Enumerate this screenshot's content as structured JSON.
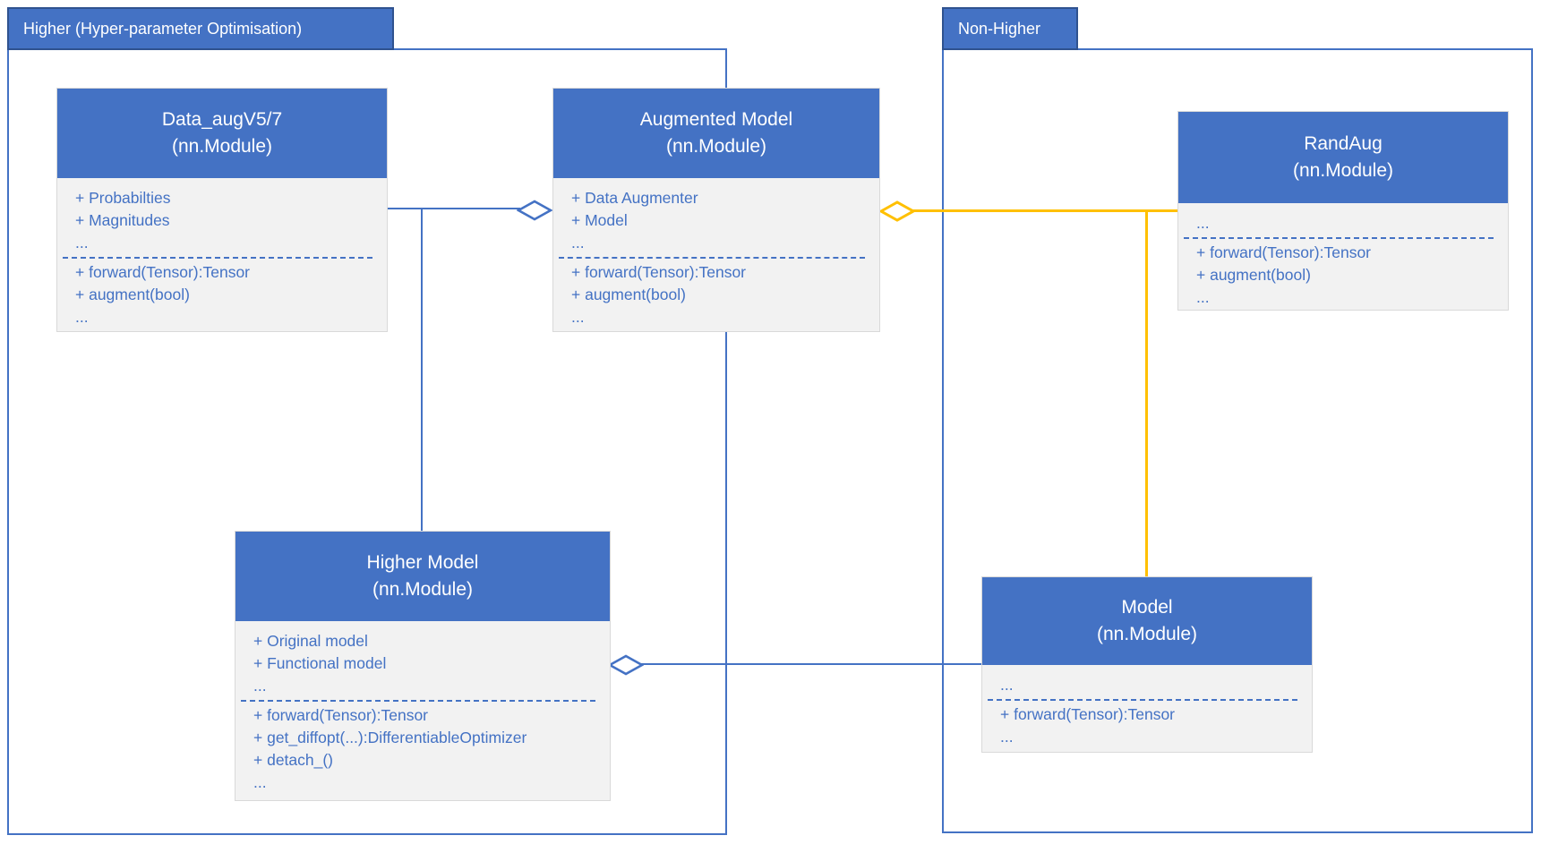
{
  "tabs": {
    "higher": {
      "label": "Higher (Hyper-parameter Optimisation)"
    },
    "non_higher": {
      "label": "Non-Higher"
    }
  },
  "classes": {
    "data_aug": {
      "name": "Data_augV5/7",
      "stereotype": "(nn.Module)",
      "attributes": [
        "+ Probabilties",
        "+ Magnitudes",
        "..."
      ],
      "methods": [
        "+ forward(Tensor):Tensor",
        "+ augment(bool)",
        "..."
      ]
    },
    "augmented_model": {
      "name": "Augmented Model",
      "stereotype": "(nn.Module)",
      "attributes": [
        "+ Data Augmenter",
        "+ Model",
        "..."
      ],
      "methods": [
        "+ forward(Tensor):Tensor",
        "+ augment(bool)",
        "..."
      ]
    },
    "rand_aug": {
      "name": "RandAug",
      "stereotype": "(nn.Module)",
      "attributes": [
        "..."
      ],
      "methods": [
        "+ forward(Tensor):Tensor",
        "+ augment(bool)",
        "..."
      ]
    },
    "higher_model": {
      "name": "Higher Model",
      "stereotype": "(nn.Module)",
      "attributes": [
        "+ Original model",
        "+ Functional model",
        "..."
      ],
      "methods": [
        "+ forward(Tensor):Tensor",
        "+ get_diffopt(...):DifferentiableOptimizer",
        "+ detach_()",
        "..."
      ]
    },
    "model": {
      "name": "Model",
      "stereotype": "(nn.Module)",
      "attributes": [
        "..."
      ],
      "methods": [
        "+ forward(Tensor):Tensor",
        "..."
      ]
    }
  },
  "colors": {
    "accent_blue": "#4472C4",
    "tab_border_dark_blue": "#2F528F",
    "accent_yellow": "#FFC000",
    "box_body_fill": "#F2F2F2",
    "box_border_gray": "#D9D9D9",
    "background": "#FFFFFF"
  }
}
